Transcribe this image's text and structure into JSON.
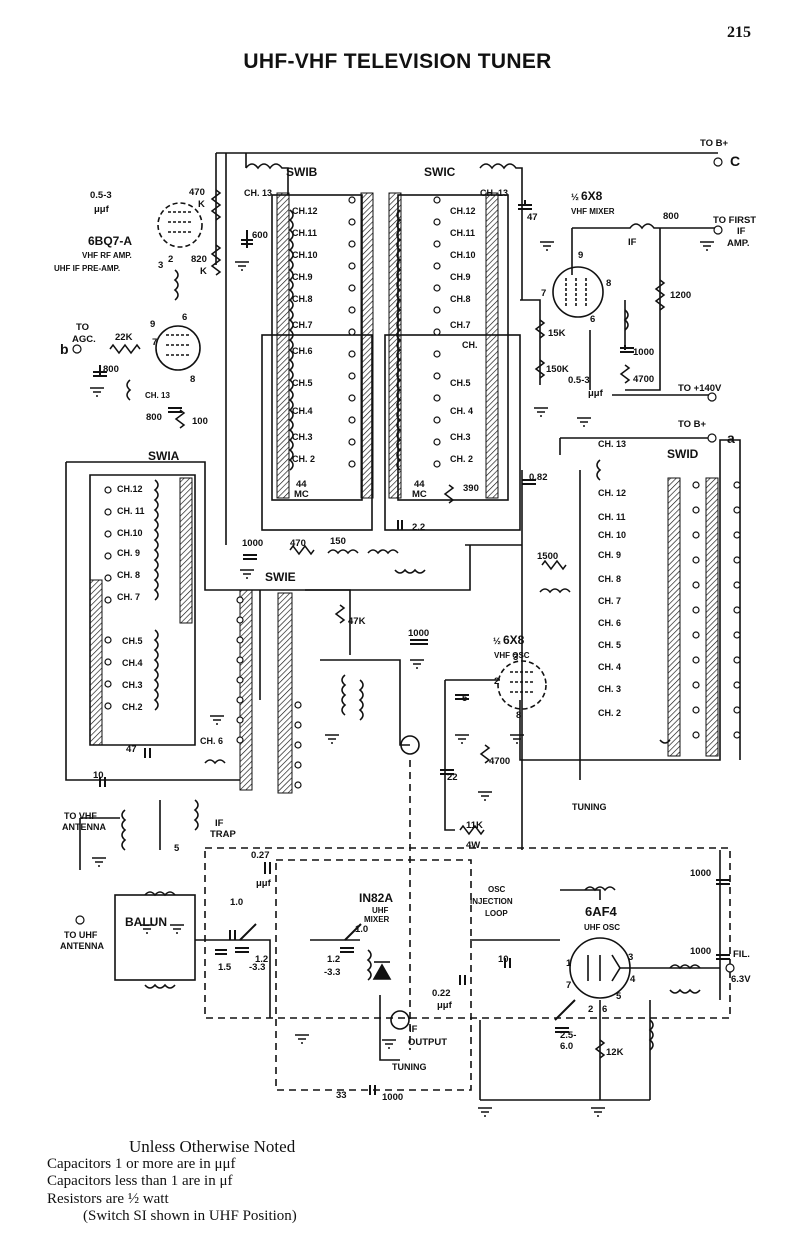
{
  "page": {
    "number": "215",
    "title": "UHF-VHF TELEVISION TUNER"
  },
  "labels": {
    "to_b_c": "TO B+",
    "term_c": "C",
    "sw1b": "SWIB",
    "sw1c": "SWIC",
    "sw1a": "SWIA",
    "sw1d": "SWID",
    "sw1e": "SWIE",
    "ch13": "CH. 13",
    "ch6": "CH. 6",
    "tube1": "6BQ7-A",
    "tube1_f1": "VHF RF AMP.",
    "tube1_f2": "UHF IF PRE-AMP.",
    "half": "½",
    "mixer_tube": "6X8",
    "mixer_func": "VHF MIXER",
    "osc_tube": "6X8",
    "osc_func": "VHF OSC",
    "to_first_if": "TO FIRST",
    "to_first_if2": "IF",
    "to_first_if3": "AMP.",
    "to_agc1": "TO",
    "to_agc2": "AGC.",
    "term_b": "b",
    "to_140": "TO +140V",
    "to_b_a": "TO B+",
    "term_a": "a",
    "to_vhf1": "TO VHF",
    "to_vhf2": "ANTENNA",
    "if_trap1": "IF",
    "if_trap2": "TRAP",
    "to_uhf1": "TO UHF",
    "to_uhf2": "ANTENNA",
    "balun": "BALUN",
    "diode": "IN82A",
    "diode_f1": "UHF",
    "diode_f2": "MIXER",
    "osc_inj1": "OSC",
    "osc_inj2": "INJECTION",
    "osc_inj3": "LOOP",
    "uhf_osc_tube": "6AF4",
    "uhf_osc_func": "UHF OSC",
    "if_out1": "IF",
    "if_out2": "OUTPUT",
    "tuning": "TUNING",
    "fil": "FIL.",
    "fil_v": "6.3V",
    "mc44": "44",
    "mc": "MC",
    "c_05_3": "0.5-3",
    "uuf": "μμf",
    "r470k": "470",
    "k": "K",
    "r820k": "820",
    "c600": "600",
    "r22k": "22K",
    "c800": "800",
    "r100": "100",
    "c800b": "800",
    "c47": "47",
    "c10": "10",
    "r1200": "1200",
    "r15k": "15K",
    "r150k": "150K",
    "c1000": "1000",
    "r4700": "4700",
    "c082": "0.82",
    "c22": "2.2",
    "c1000b": "1000",
    "r470": "470",
    "c150": "150",
    "r1500": "1500",
    "r47k": "47K",
    "r390": "390",
    "c5": "5",
    "c22b": "22",
    "r11k": "11K",
    "r11k_w": "4W",
    "c027": "0.27",
    "c10u": "1.0",
    "c15": "1.5",
    "c33": "-3.3",
    "c12": "1.2",
    "c022": "0.22",
    "c10b": "10",
    "c25": "2.5-",
    "c60": "6.0",
    "r12k": "12K",
    "c33b": "33",
    "c1000c": "1000",
    "c1000d": "1000",
    "c1000e": "1000",
    "c47b": "47",
    "pin1": "1",
    "pin2": "2",
    "pin3": "3",
    "pin4": "4",
    "pin5": "5",
    "pin6": "6",
    "pin7": "7",
    "pin8": "8",
    "pin9": "9"
  },
  "channels": {
    "sw1b": [
      "CH.12",
      "CH.11",
      "CH.10",
      "CH.9",
      "CH.8",
      "CH.7",
      "CH.6",
      "CH.5",
      "CH.4",
      "CH.3",
      "CH. 2"
    ],
    "sw1c": [
      "CH.12",
      "CH.11",
      "CH.10",
      "CH.9",
      "CH.8",
      "CH.7",
      "CH.",
      "CH.5",
      "CH. 4",
      "CH.3",
      "CH. 2"
    ],
    "sw1a": [
      "CH.12",
      "CH. 11",
      "CH.10",
      "CH. 9",
      "CH. 8",
      "CH. 7",
      "CH.5",
      "CH.4",
      "CH.3",
      "CH.2"
    ],
    "sw1d": [
      "CH. 12",
      "CH. 11",
      "CH. 10",
      "CH. 9",
      "CH. 8",
      "CH. 7",
      "CH. 6",
      "CH. 5",
      "CH. 4",
      "CH. 3",
      "CH. 2"
    ]
  },
  "notes": {
    "header": "Unless Otherwise Noted",
    "line1": "Capacitors 1 or more are in μμf",
    "line2": "Capacitors less than 1 are in μf",
    "line3": "Resistors are ½ watt",
    "line4": "(Switch SI shown in UHF Position)"
  }
}
